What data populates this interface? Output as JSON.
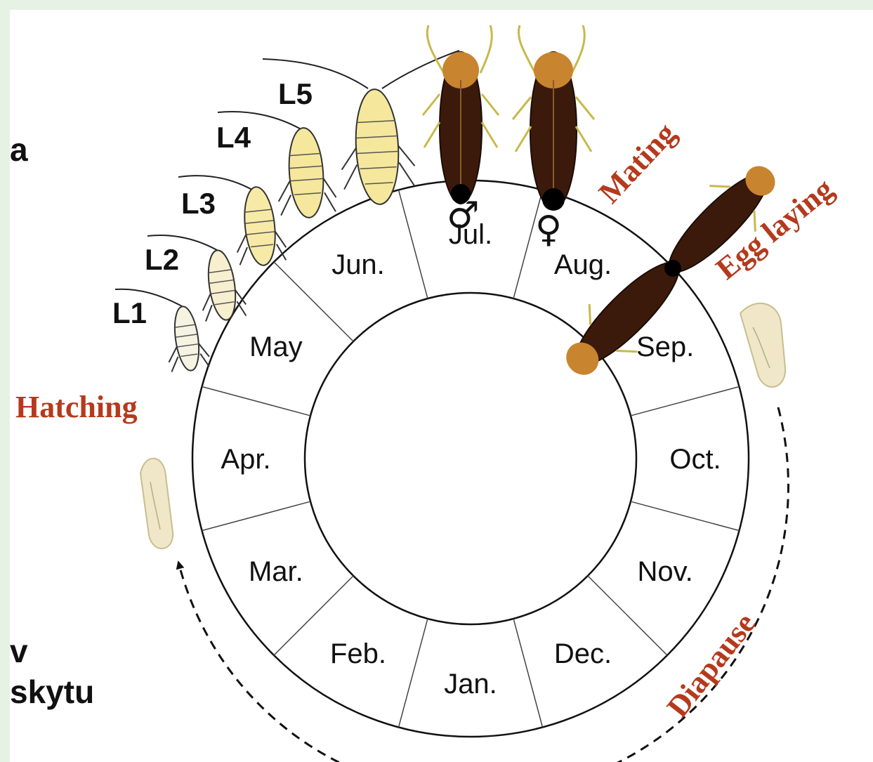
{
  "months": [
    "Jan.",
    "Feb.",
    "Mar.",
    "Apr.",
    "May",
    "Jun.",
    "Jul.",
    "Aug.",
    "Sep.",
    "Oct.",
    "Nov.",
    "Dec."
  ],
  "instars": [
    "L1",
    "L2",
    "L3",
    "L4",
    "L5"
  ],
  "stages": {
    "hatching": "Hatching",
    "mating": "Mating",
    "egg_laying": "Egg laying",
    "diapause": "Diapause"
  },
  "symbols": {
    "male": "♂",
    "female": "♀"
  },
  "cut_text": {
    "line_a": "a",
    "line_v": "v",
    "line_skytu": "skytu"
  },
  "colors": {
    "stage_label": "#b53a1c",
    "frame": "#e6f2e3",
    "nymph": "#f6eaa8",
    "adult": "#3b1a0c",
    "egg": "#efe7c8"
  }
}
